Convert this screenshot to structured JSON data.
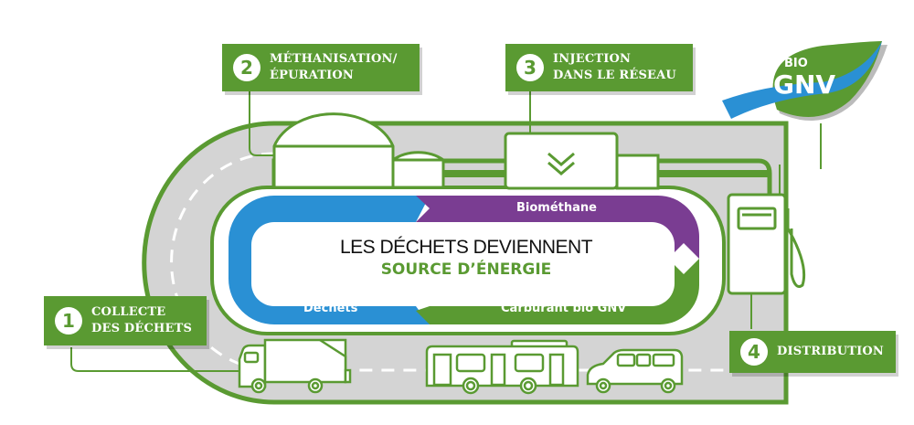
{
  "diagram": {
    "title_line1": "LES DÉCHETS DEVIENNENT",
    "title_line2": "SOURCE D’ÉNERGIE",
    "steps": [
      {
        "number": "1",
        "label": "COLLECTE\nDES DÉCHETS"
      },
      {
        "number": "2",
        "label": "MÉTHANISATION/\nÉPURATION"
      },
      {
        "number": "3",
        "label": "INJECTION\nDANS LE RÉSEAU"
      },
      {
        "number": "4",
        "label": "DISTRIBUTION"
      }
    ],
    "cycle": {
      "top_right": "Biométhane",
      "bottom_right": "Carburant bio GNV",
      "bottom_left": "Déchets"
    },
    "logo": {
      "line1": "BIO",
      "line2": "GNV"
    },
    "vehicles": [
      "garbage-truck",
      "bus",
      "van"
    ],
    "colors": {
      "green": "#5a9a32",
      "blue": "#2a90d4",
      "purple": "#7a3d92",
      "road": "#d4d4d4"
    }
  }
}
